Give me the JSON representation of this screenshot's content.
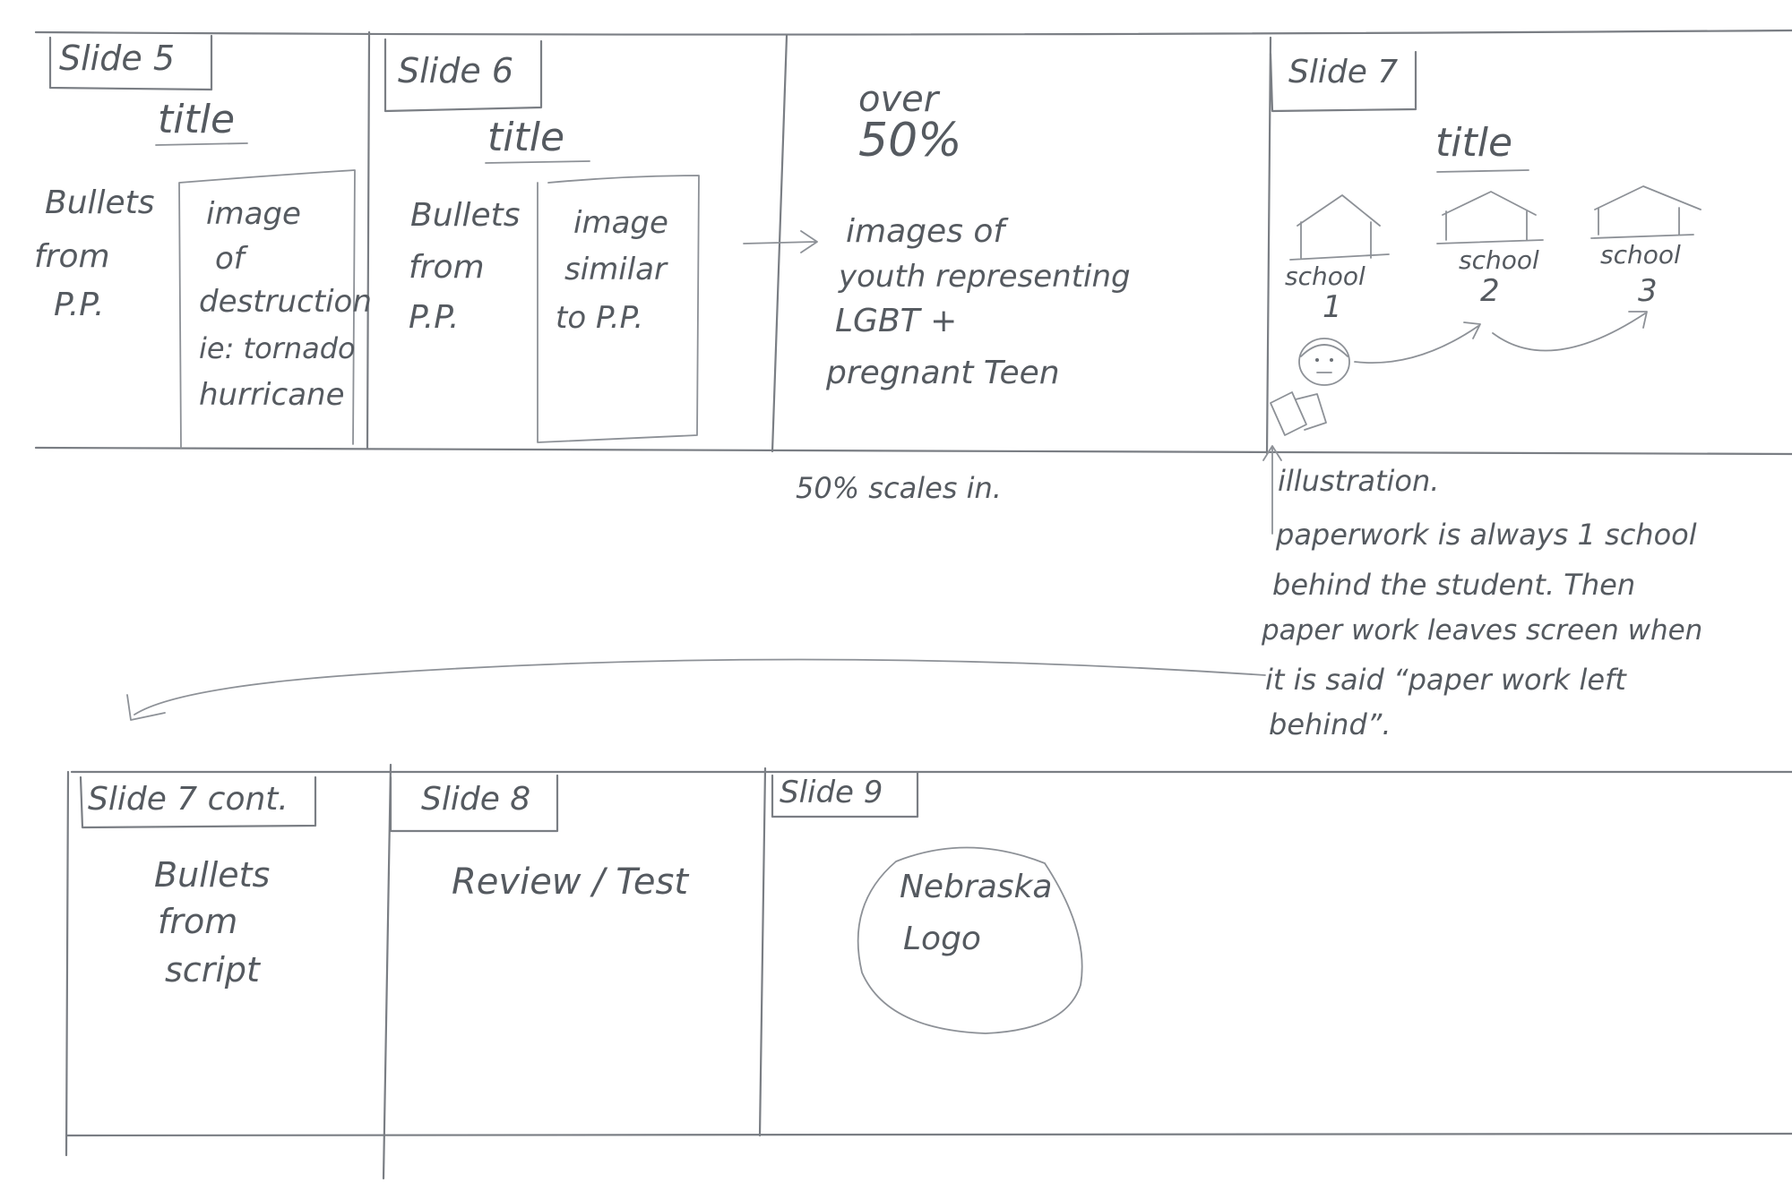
{
  "panels": {
    "slide5": {
      "tab": "Slide 5",
      "title": "title",
      "bullets": [
        "Bullets",
        "from",
        "P.P."
      ],
      "image_note": [
        "image",
        "of",
        "destruction",
        "ie: tornado",
        "hurricane"
      ]
    },
    "slide6": {
      "tab": "Slide 6",
      "title": "title",
      "bullets": [
        "Bullets",
        "from",
        "P.P."
      ],
      "image_note": [
        "image",
        "similar",
        "to P.P."
      ]
    },
    "stat_panel": {
      "stat": [
        "over",
        "50%"
      ],
      "images_note": [
        "images of",
        "youth representing",
        "LGBT +",
        "pregnant Teen"
      ],
      "caption": "50% scales in."
    },
    "slide7": {
      "tab": "Slide 7",
      "title": "title",
      "schools": [
        {
          "label": "school",
          "number": "1"
        },
        {
          "label": "school",
          "number": "2"
        },
        {
          "label": "school",
          "number": "3"
        }
      ],
      "annotation": [
        "illustration.",
        "paperwork  is always 1 school",
        "behind  the student. Then",
        "paper work  leaves screen when",
        "it is said “paper work left",
        "behind”."
      ]
    },
    "slide7_cont": {
      "tab": "Slide 7 cont.",
      "bullets": [
        "Bullets",
        "from",
        "script"
      ]
    },
    "slide8": {
      "tab": "Slide 8",
      "text": "Review / Test"
    },
    "slide9": {
      "tab": "Slide 9",
      "logo": [
        "Nebraska",
        "Logo"
      ]
    }
  }
}
